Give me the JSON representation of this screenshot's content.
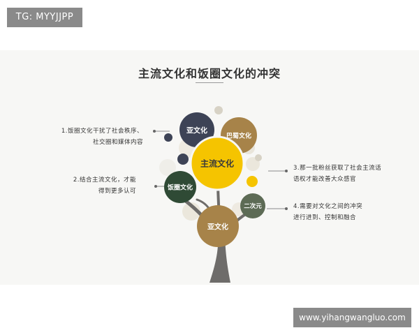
{
  "watermark_tag": "TG: MYYJJPP",
  "website": "www.yihangwangluo.com",
  "title": "主流文化和饭圈文化的冲突",
  "tree_nodes": {
    "center": "主流文化",
    "top_left": "亚文化",
    "top_right": "巴蜀文化",
    "left": "饭圈文化",
    "right": "二次元",
    "bottom": "亚文化"
  },
  "points": {
    "p1": "1.饭圈文化干扰了社会秩序、",
    "p1b": "社交圈和媒体内容",
    "p2": "2.结合主流文化，才能",
    "p2b": "得到更多认可",
    "p3": "3.那一批粉丝获取了社会主流话",
    "p3b": "语权才能改善大众感官",
    "p4": "4.需要对文化之间的冲突",
    "p4b": "进行进到、控制和融合"
  },
  "colors": {
    "center": "#f5c400",
    "navy": "#3d4356",
    "brown": "#a78349",
    "dark_green": "#2f4a35",
    "olive": "#5d6b55",
    "trunk": "#6e6c6a"
  }
}
